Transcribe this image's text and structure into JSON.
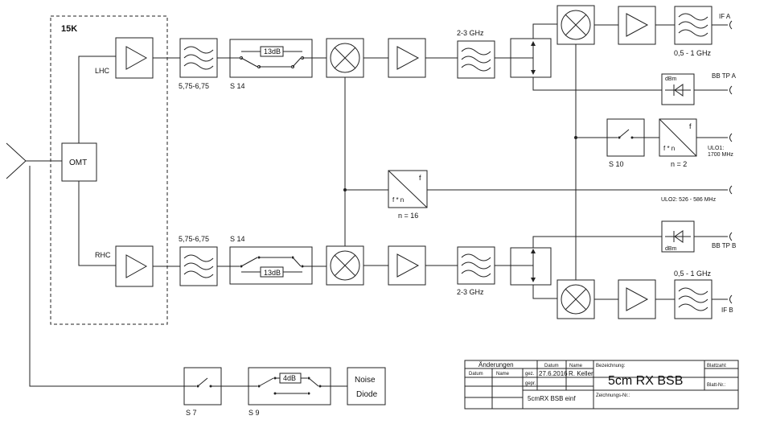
{
  "labels": {
    "cryostat": "15K",
    "lhc": "LHC",
    "rhc": "RHC",
    "omt": "OMT",
    "filter_top": "5,75-6,75",
    "filter_bottom": "5,75-6,75",
    "switch_top": "S 14",
    "switch_bottom": "S 14",
    "att_top": "13dB",
    "att_bottom": "13dB",
    "if_filter_top": "2-3 GHz",
    "if_filter_bottom": "2-3 GHz",
    "out_filter_a": "0,5 - 1 GHz",
    "out_filter_b": "0,5 - 1 GHz",
    "if_a": "IF A",
    "if_b": "IF B",
    "dbm_a": "dBm",
    "dbm_b": "dBm",
    "bbtp_a": "BB TP A",
    "bbtp_b": "BB TP B",
    "mult_f_1": "f",
    "mult_fn_1": "f * n",
    "mult_n_1": "n = 2",
    "ulo1_line1": "ULO1:",
    "ulo1_line2": "1700 MHz",
    "s10": "S 10",
    "mult_f_2": "f",
    "mult_fn_2": "f * n",
    "mult_n_2": "n = 16",
    "ulo2": "ULO2: 526 - 586 MHz",
    "s7": "S 7",
    "s9": "S 9",
    "att_s9": "4dB",
    "noise_1": "Noise",
    "noise_2": "Diode"
  },
  "title_block": {
    "aenderungen": "Änderungen",
    "col_datum": "Datum",
    "col_name": "Name",
    "gez": "gez.",
    "gepr": "gepr.",
    "datum_header": "Datum",
    "name_header": "Name",
    "date_value": "27.6.2016",
    "name_value": "R. Keller",
    "bezeichnung_label": "Bezeichnung:",
    "bezeichnung_value": "5cm RX BSB",
    "blattzahl": "Blattzahl:",
    "blatt_nr": "Blatt-Nr.:",
    "file_name": "5cmRX BSB einf",
    "zeichnungs_nr": "Zeichnungs-Nr.:"
  }
}
